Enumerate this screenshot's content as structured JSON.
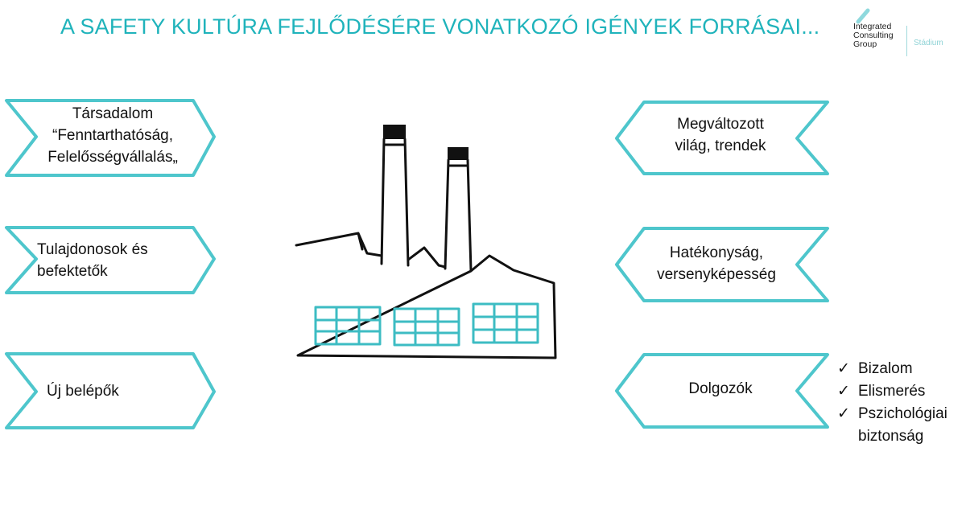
{
  "title": "A SAFETY KULTÚRA FEJLŐDÉSÉRE VONATKOZÓ IGÉNYEK FORRÁSAI...",
  "logo": {
    "name_lines": [
      "Integrated",
      "Consulting",
      "Group"
    ],
    "sub": "Stádium",
    "accent_color": "#1fb3bb"
  },
  "left_sources": [
    {
      "lines": [
        "Társadalom",
        "“Fenntarthatóság,",
        "Felelősségvállalás„"
      ]
    },
    {
      "lines": [
        "Tulajdonosok és",
        "befektetők"
      ]
    },
    {
      "lines": [
        "Új belépők"
      ]
    }
  ],
  "right_sources": [
    {
      "lines": [
        "Megváltozott",
        "világ, trendek"
      ]
    },
    {
      "lines": [
        "Hatékonyság,",
        "versenyképesség"
      ]
    },
    {
      "lines": [
        "Dolgozók"
      ]
    }
  ],
  "employee_needs": [
    {
      "lines": [
        "Bizalom"
      ]
    },
    {
      "lines": [
        "Elismerés"
      ]
    },
    {
      "lines": [
        "Pszichológiai",
        "biztonság"
      ]
    }
  ],
  "check_icon": "✓",
  "center_icon": "factory-icon",
  "colors": {
    "accent": "#1fb3bb",
    "stroke": "#4ec6cc",
    "outline": "#111111"
  }
}
